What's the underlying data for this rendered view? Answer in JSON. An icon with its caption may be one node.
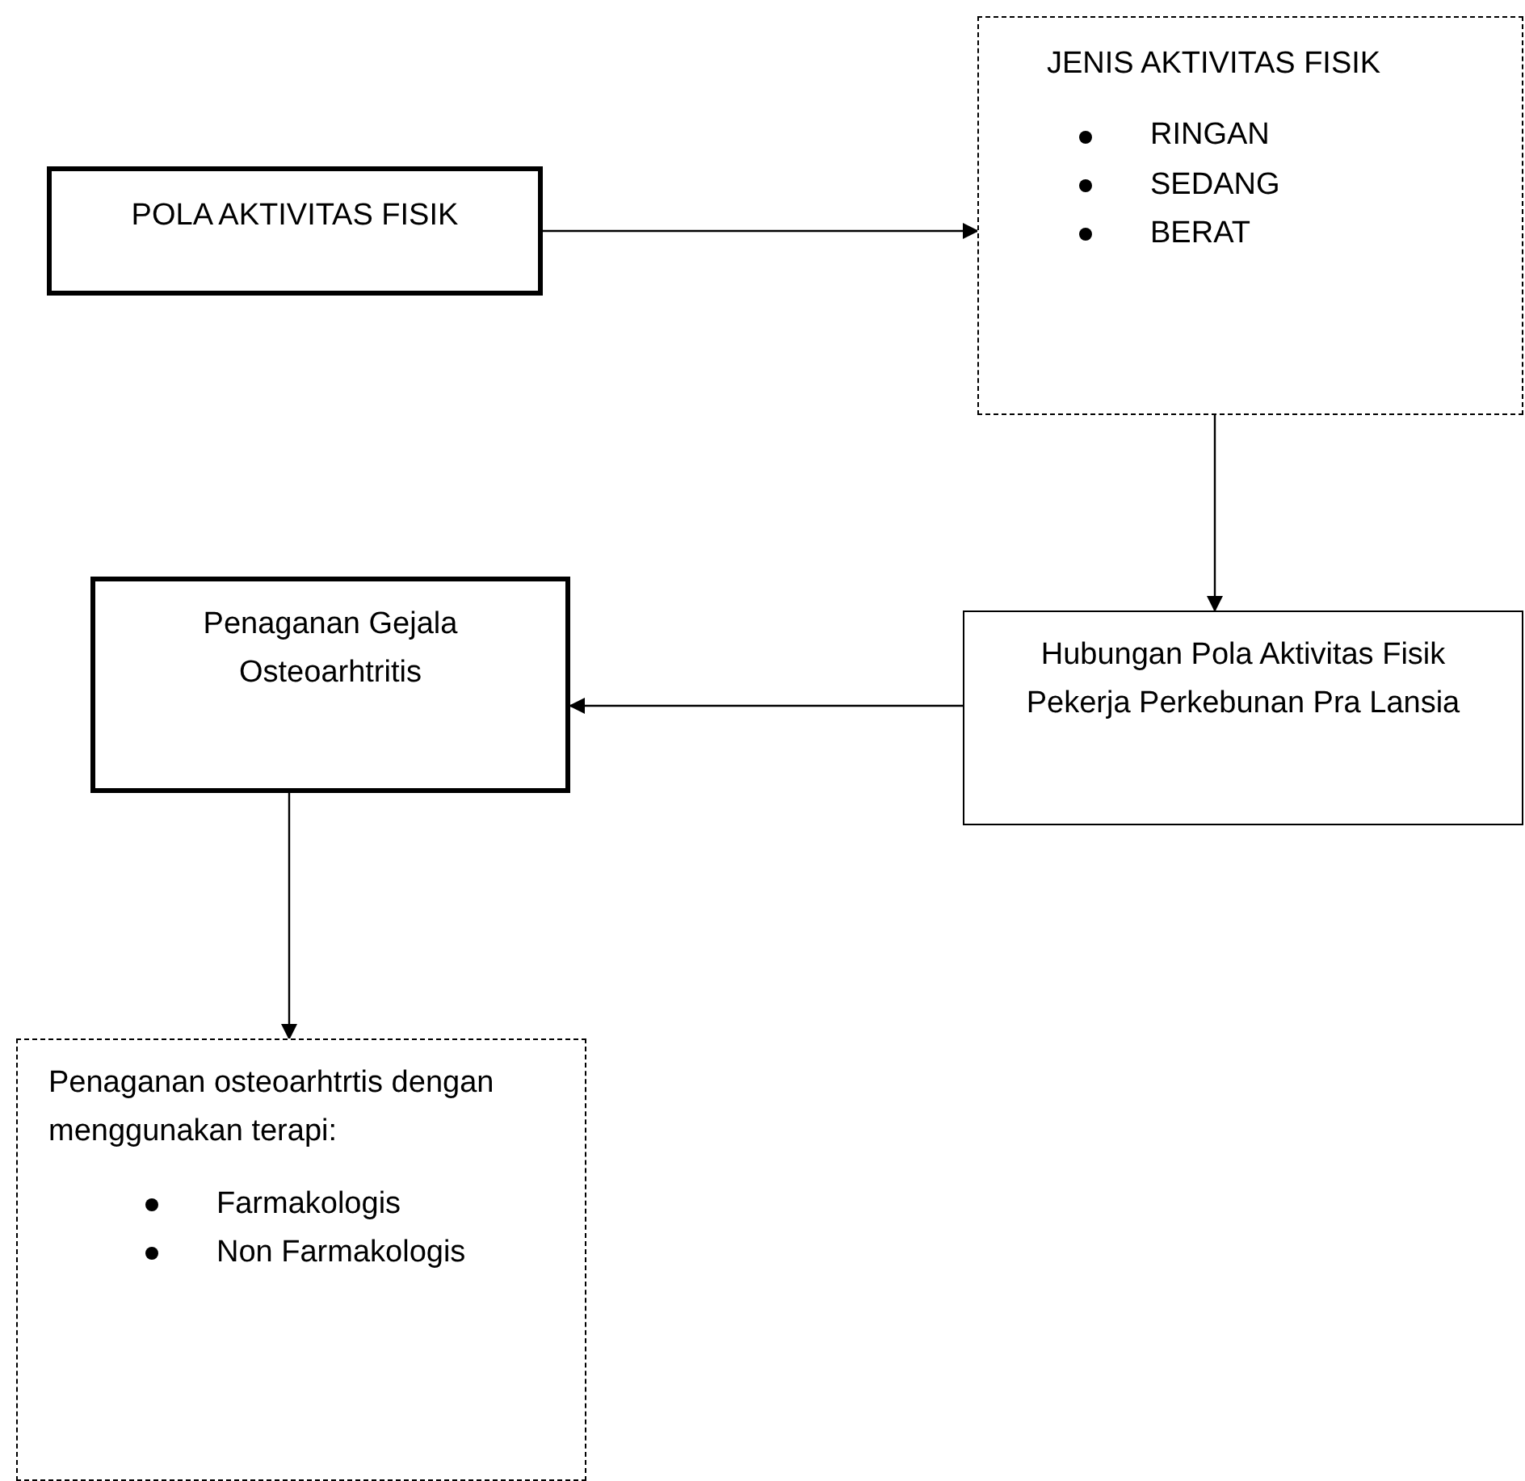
{
  "diagram": {
    "nodes": [
      {
        "text": [
          "POLA AKTIVITAS FISIK"
        ]
      },
      {
        "text": [
          "JENIS AKTIVITAS FISIK",
          "RINGAN",
          "SEDANG",
          "BERAT"
        ]
      },
      {
        "text": [
          "Penaganan Gejala Osteoarhtritis"
        ]
      },
      {
        "text": [
          "Hubungan Pola Aktivitas Fisik Pekerja Perkebunan Pra Lansia"
        ]
      },
      {
        "text": [
          "Penaganan osteoarhtrtis dengan menggunakan terapi:",
          "Farmakologis",
          "Non Farmakologis"
        ]
      }
    ],
    "edges": [
      {
        "from": 0,
        "to": 1,
        "arrow": "to"
      },
      {
        "from": 1,
        "to": 3,
        "arrow": "to"
      },
      {
        "from": 3,
        "to": 2,
        "arrow": "to"
      },
      {
        "from": 2,
        "to": 4,
        "arrow": "to"
      }
    ]
  }
}
